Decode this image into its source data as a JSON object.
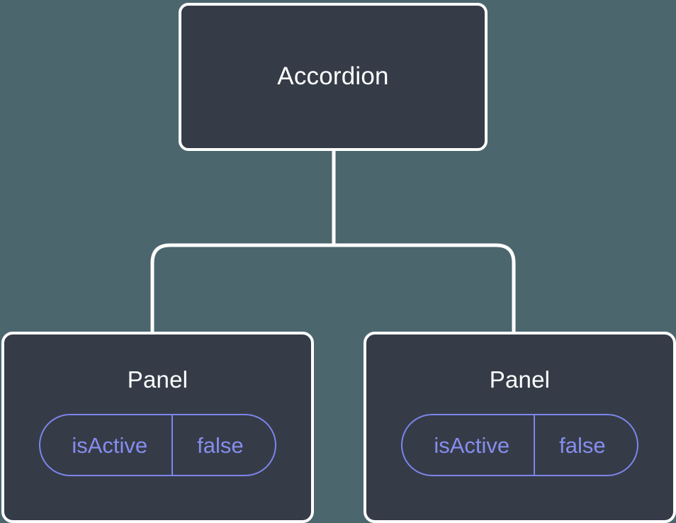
{
  "diagram": {
    "type": "component-tree",
    "background_color": "#4c666e",
    "node_fill_color": "#353c48",
    "node_border_color": "#ffffff",
    "accent_color": "#878ded",
    "connector_color": "#ffffff",
    "root": {
      "id": "accordion",
      "title": "Accordion",
      "props": []
    },
    "children": [
      {
        "id": "panel-left",
        "title": "Panel",
        "props": [
          {
            "key": "isActive",
            "value": "false"
          }
        ]
      },
      {
        "id": "panel-right",
        "title": "Panel",
        "props": [
          {
            "key": "isActive",
            "value": "false"
          }
        ]
      }
    ],
    "edges": [
      {
        "from": "accordion",
        "to": "panel-left"
      },
      {
        "from": "accordion",
        "to": "panel-right"
      }
    ]
  }
}
